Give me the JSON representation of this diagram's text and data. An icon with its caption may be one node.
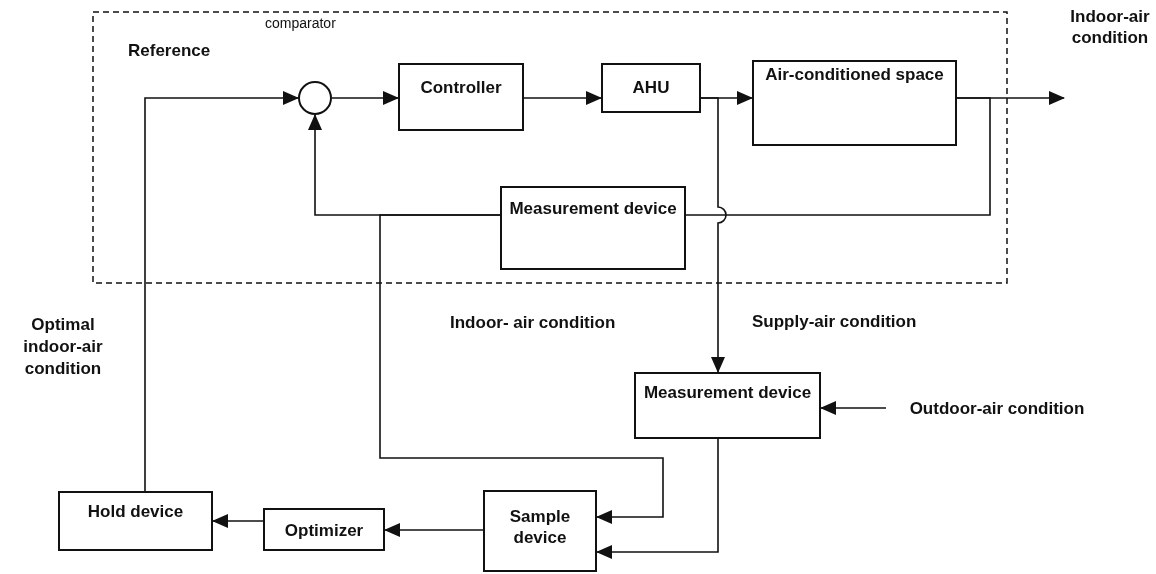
{
  "diagram": {
    "nodes": [
      {
        "text": [],
        "shape": "circle",
        "beside": [
          "comparator"
        ]
      },
      {
        "text": [
          "Controller"
        ]
      },
      {
        "text": [
          "AHU"
        ]
      },
      {
        "text": [
          "Air-conditioned space"
        ]
      },
      {
        "text": [
          "Measurement device"
        ]
      },
      {
        "text": [
          "Measurement device"
        ]
      },
      {
        "text": [
          "Sample device"
        ]
      },
      {
        "text": [
          "Optimizer"
        ]
      },
      {
        "text": [
          "Hold device"
        ]
      },
      {
        "text": [
          "Outdoor-air condition"
        ]
      },
      {
        "text": [
          "Indoor-air condition"
        ]
      }
    ],
    "edges": [
      {
        "from": 8,
        "to": 0,
        "arrow": "to"
      },
      {
        "from": 0,
        "to": 1,
        "arrow": "to"
      },
      {
        "from": 1,
        "to": 2,
        "arrow": "to"
      },
      {
        "from": 2,
        "to": 3,
        "arrow": "to"
      },
      {
        "from": 3,
        "to": 10,
        "arrow": "to"
      },
      {
        "from": 3,
        "to": 4,
        "arrow": "none"
      },
      {
        "from": 4,
        "to": 0,
        "arrow": "to"
      },
      {
        "from": 4,
        "to": 6,
        "arrow": "to"
      },
      {
        "from": 2,
        "to": 5,
        "arrow": "to"
      },
      {
        "from": 9,
        "to": 5,
        "arrow": "to"
      },
      {
        "from": 5,
        "to": 6,
        "arrow": "to"
      },
      {
        "from": 6,
        "to": 7,
        "arrow": "to"
      },
      {
        "from": 7,
        "to": 8,
        "arrow": "to"
      }
    ],
    "labels": [
      "Reference",
      "Indoor- air condition",
      "Supply-air condition",
      "Optimal indoor-air condition"
    ]
  }
}
